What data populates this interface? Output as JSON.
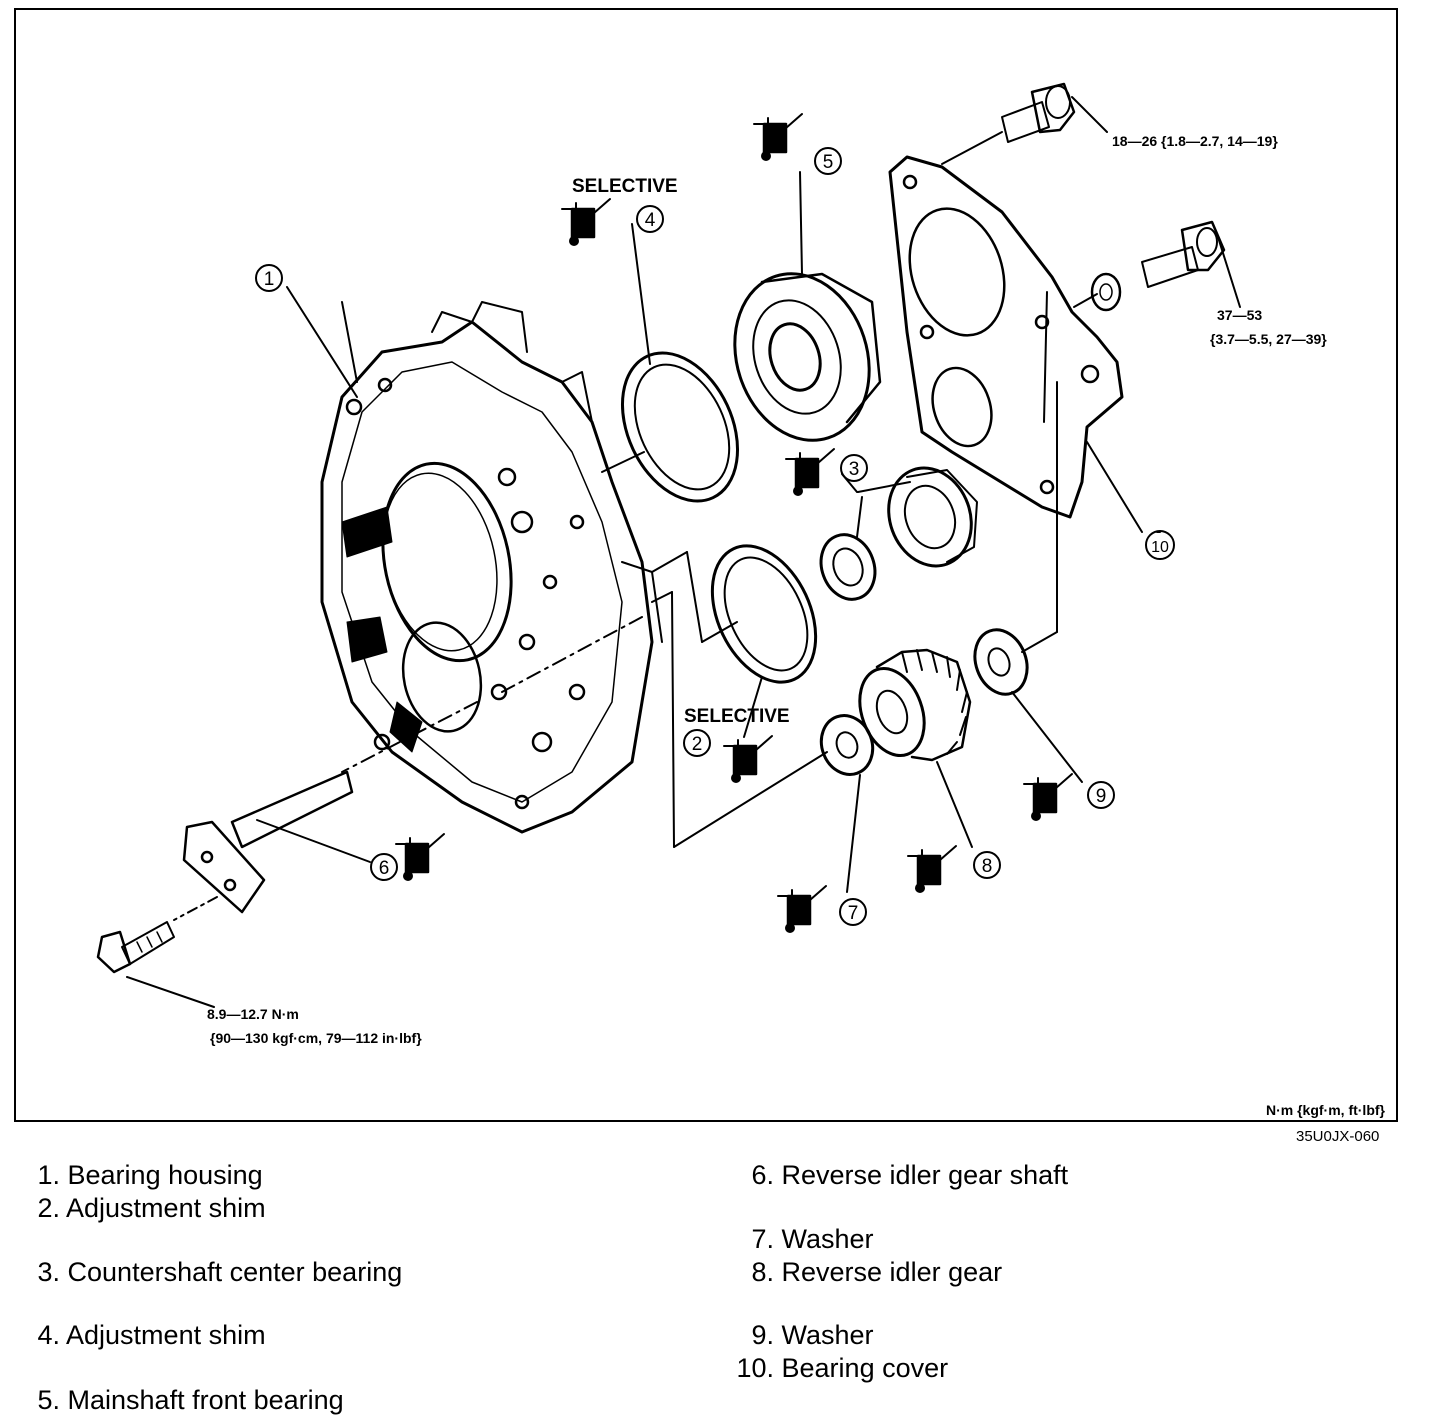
{
  "diagram": {
    "selective_label_top": "SELECTIVE",
    "selective_label_bottom": "SELECTIVE",
    "torque_top_bolt": "18—26 {1.8—2.7, 14—19}",
    "torque_right_bolt_line1": "37—53",
    "torque_right_bolt_line2": "{3.7—5.5, 27—39}",
    "torque_bottom_bolt_line1": "8.9—12.7 N·m",
    "torque_bottom_bolt_line2": "{90—130 kgf·cm, 79—112 in·lbf}",
    "units_note": "N·m {kgf·m, ft·lbf}",
    "callouts": [
      "1",
      "2",
      "3",
      "4",
      "5",
      "6",
      "7",
      "8",
      "9",
      "10"
    ]
  },
  "figure_code": "35U0JX-060",
  "legend": {
    "items": [
      {
        "num": "1.",
        "label": "Bearing housing"
      },
      {
        "num": "2.",
        "label": "Adjustment shim"
      },
      {
        "num": "3.",
        "label": "Countershaft center bearing"
      },
      {
        "num": "4.",
        "label": "Adjustment shim"
      },
      {
        "num": "5.",
        "label": "Mainshaft front bearing"
      },
      {
        "num": "6.",
        "label": "Reverse idler gear shaft"
      },
      {
        "num": "7.",
        "label": "Washer"
      },
      {
        "num": "8.",
        "label": "Reverse idler gear"
      },
      {
        "num": "9.",
        "label": "Washer"
      },
      {
        "num": "10.",
        "label": "Bearing cover"
      }
    ]
  },
  "icons": {
    "lubricant": "grease-can-icon"
  }
}
